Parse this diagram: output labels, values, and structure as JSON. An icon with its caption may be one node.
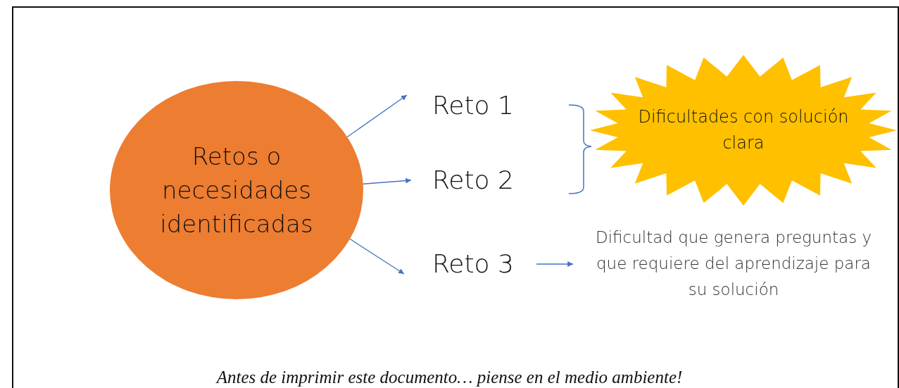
{
  "diagram": {
    "nodes": [
      {
        "text": [
          "Retos o necesidades identificadas"
        ]
      },
      {
        "text": [
          "Reto 1"
        ]
      },
      {
        "text": [
          "Reto 2"
        ]
      },
      {
        "text": [
          "Reto 3"
        ]
      },
      {
        "text": [
          "Dificultades con solución clara"
        ]
      },
      {
        "text": [
          "Dificultad que genera preguntas y que requiere del aprendizaje para su solución"
        ]
      }
    ],
    "edges": [
      {
        "from": 0,
        "to": 1,
        "arrow": "to"
      },
      {
        "from": 0,
        "to": 2,
        "arrow": "to"
      },
      {
        "from": 0,
        "to": 3,
        "arrow": "to"
      },
      {
        "from": 3,
        "to": 5,
        "arrow": "to"
      }
    ],
    "labels": [
      "Antes de imprimir este documento… piense en el medio ambiente!"
    ]
  }
}
